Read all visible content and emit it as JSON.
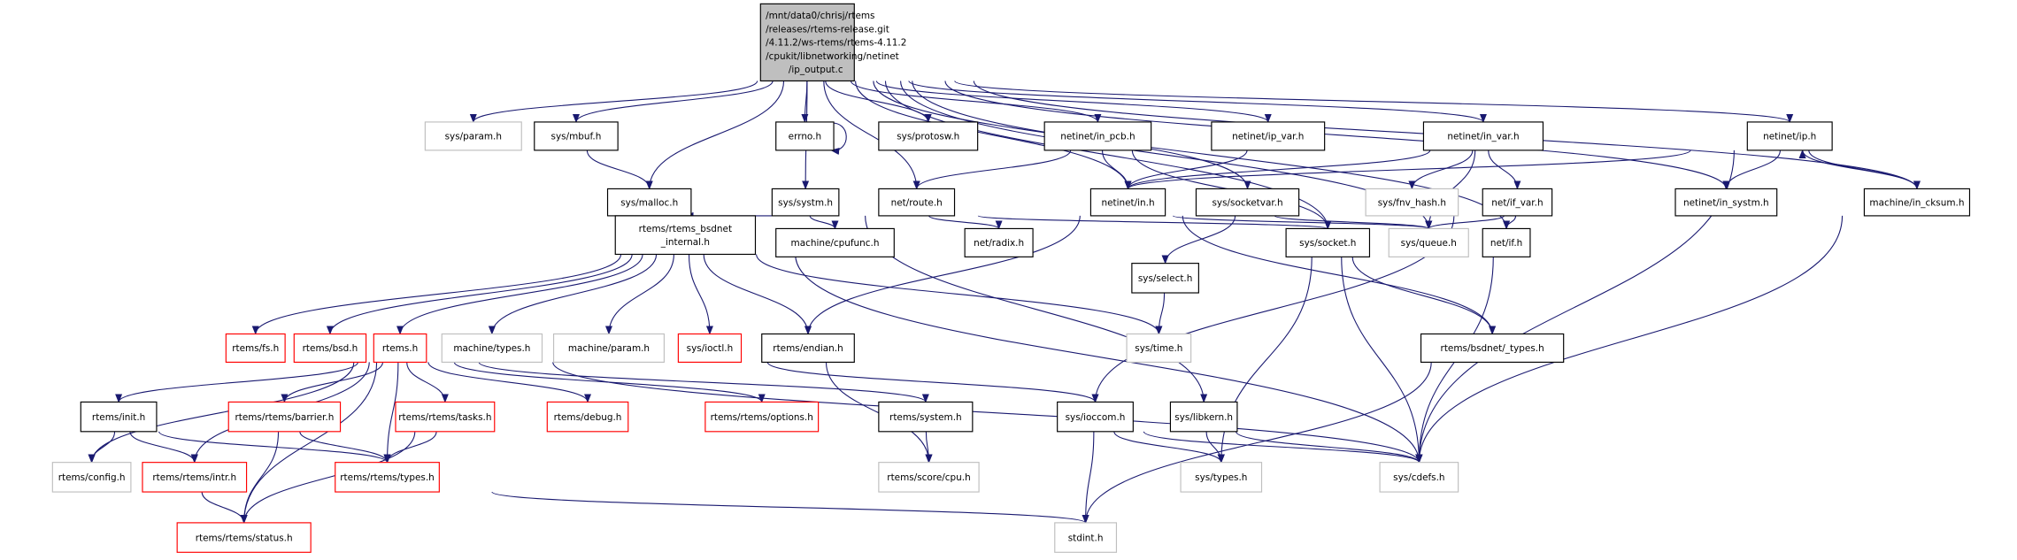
{
  "colors": {
    "edge": "#191970",
    "root_fill": "#bfbfbf",
    "normal_border": "#000000",
    "external_border": "#bfbfbf",
    "truncated_border": "#ff0000"
  },
  "nodes": [
    {
      "id": "main",
      "label": [
        "/mnt/data0/chrisj/rtems",
        "/releases/rtems-release.git",
        "/4.11.2/ws-rtems/rtems-4.11.2",
        "/cpukit/libnetworking/netinet",
        "/ip_output.c"
      ],
      "style": "root"
    },
    {
      "id": "sys_param",
      "label": [
        "sys/param.h"
      ],
      "style": "external"
    },
    {
      "id": "sys_mbuf",
      "label": [
        "sys/mbuf.h"
      ],
      "style": "normal"
    },
    {
      "id": "errno",
      "label": [
        "errno.h"
      ],
      "style": "normal"
    },
    {
      "id": "sys_protosw",
      "label": [
        "sys/protosw.h"
      ],
      "style": "normal"
    },
    {
      "id": "in_pcb",
      "label": [
        "netinet/in_pcb.h"
      ],
      "style": "normal"
    },
    {
      "id": "ip_var",
      "label": [
        "netinet/ip_var.h"
      ],
      "style": "normal"
    },
    {
      "id": "in_var",
      "label": [
        "netinet/in_var.h"
      ],
      "style": "normal"
    },
    {
      "id": "ip",
      "label": [
        "netinet/ip.h"
      ],
      "style": "normal"
    },
    {
      "id": "sys_malloc",
      "label": [
        "sys/malloc.h"
      ],
      "style": "normal"
    },
    {
      "id": "sys_systm",
      "label": [
        "sys/systm.h"
      ],
      "style": "normal"
    },
    {
      "id": "net_route",
      "label": [
        "net/route.h"
      ],
      "style": "normal"
    },
    {
      "id": "netinet_in",
      "label": [
        "netinet/in.h"
      ],
      "style": "normal"
    },
    {
      "id": "sys_socketvar",
      "label": [
        "sys/socketvar.h"
      ],
      "style": "normal"
    },
    {
      "id": "fnv_hash",
      "label": [
        "sys/fnv_hash.h"
      ],
      "style": "external"
    },
    {
      "id": "if_var",
      "label": [
        "net/if_var.h"
      ],
      "style": "normal"
    },
    {
      "id": "in_systm",
      "label": [
        "netinet/in_systm.h"
      ],
      "style": "normal"
    },
    {
      "id": "in_cksum",
      "label": [
        "machine/in_cksum.h"
      ],
      "style": "normal"
    },
    {
      "id": "bsdnet_internal",
      "label": [
        "rtems/rtems_bsdnet",
        "_internal.h"
      ],
      "style": "normal"
    },
    {
      "id": "cpufunc",
      "label": [
        "machine/cpufunc.h"
      ],
      "style": "normal"
    },
    {
      "id": "radix",
      "label": [
        "net/radix.h"
      ],
      "style": "normal"
    },
    {
      "id": "sys_socket",
      "label": [
        "sys/socket.h"
      ],
      "style": "normal"
    },
    {
      "id": "sys_queue",
      "label": [
        "sys/queue.h"
      ],
      "style": "external"
    },
    {
      "id": "net_if",
      "label": [
        "net/if.h"
      ],
      "style": "normal"
    },
    {
      "id": "sys_select",
      "label": [
        "sys/select.h"
      ],
      "style": "normal"
    },
    {
      "id": "rtems_fs",
      "label": [
        "rtems/fs.h"
      ],
      "style": "truncated"
    },
    {
      "id": "rtems_bsd",
      "label": [
        "rtems/bsd.h"
      ],
      "style": "truncated"
    },
    {
      "id": "rtems_h",
      "label": [
        "rtems.h"
      ],
      "style": "truncated"
    },
    {
      "id": "machine_types",
      "label": [
        "machine/types.h"
      ],
      "style": "external"
    },
    {
      "id": "machine_param",
      "label": [
        "machine/param.h"
      ],
      "style": "external"
    },
    {
      "id": "sys_ioctl",
      "label": [
        "sys/ioctl.h"
      ],
      "style": "truncated"
    },
    {
      "id": "rtems_endian",
      "label": [
        "rtems/endian.h"
      ],
      "style": "normal"
    },
    {
      "id": "sys_time",
      "label": [
        "sys/time.h"
      ],
      "style": "external"
    },
    {
      "id": "bsdnet_types",
      "label": [
        "rtems/bsdnet/_types.h"
      ],
      "style": "normal"
    },
    {
      "id": "rtems_init",
      "label": [
        "rtems/init.h"
      ],
      "style": "normal"
    },
    {
      "id": "barrier",
      "label": [
        "rtems/rtems/barrier.h"
      ],
      "style": "truncated"
    },
    {
      "id": "tasks",
      "label": [
        "rtems/rtems/tasks.h"
      ],
      "style": "truncated"
    },
    {
      "id": "debug",
      "label": [
        "rtems/debug.h"
      ],
      "style": "truncated"
    },
    {
      "id": "options",
      "label": [
        "rtems/rtems/options.h"
      ],
      "style": "truncated"
    },
    {
      "id": "rtems_system",
      "label": [
        "rtems/system.h"
      ],
      "style": "normal"
    },
    {
      "id": "ioccom",
      "label": [
        "sys/ioccom.h"
      ],
      "style": "normal"
    },
    {
      "id": "libkern",
      "label": [
        "sys/libkern.h"
      ],
      "style": "normal"
    },
    {
      "id": "config",
      "label": [
        "rtems/config.h"
      ],
      "style": "external"
    },
    {
      "id": "intr",
      "label": [
        "rtems/rtems/intr.h"
      ],
      "style": "truncated"
    },
    {
      "id": "rtypes",
      "label": [
        "rtems/rtems/types.h"
      ],
      "style": "truncated"
    },
    {
      "id": "score_cpu",
      "label": [
        "rtems/score/cpu.h"
      ],
      "style": "external"
    },
    {
      "id": "sys_types",
      "label": [
        "sys/types.h"
      ],
      "style": "external"
    },
    {
      "id": "sys_cdefs",
      "label": [
        "sys/cdefs.h"
      ],
      "style": "external"
    },
    {
      "id": "status",
      "label": [
        "rtems/rtems/status.h"
      ],
      "style": "truncated"
    },
    {
      "id": "stdint",
      "label": [
        "stdint.h"
      ],
      "style": "external"
    }
  ],
  "edges": [
    [
      "main",
      "sys_param"
    ],
    [
      "main",
      "sys_mbuf"
    ],
    [
      "main",
      "errno"
    ],
    [
      "main",
      "sys_protosw"
    ],
    [
      "main",
      "in_pcb"
    ],
    [
      "main",
      "ip_var"
    ],
    [
      "main",
      "in_var"
    ],
    [
      "main",
      "ip"
    ],
    [
      "main",
      "sys_malloc"
    ],
    [
      "main",
      "sys_systm"
    ],
    [
      "main",
      "net_route"
    ],
    [
      "main",
      "netinet_in"
    ],
    [
      "main",
      "sys_socketvar"
    ],
    [
      "main",
      "sys_queue"
    ],
    [
      "main",
      "net_if"
    ],
    [
      "main",
      "in_systm"
    ],
    [
      "main",
      "in_cksum"
    ],
    [
      "main",
      "sys_socket"
    ],
    [
      "errno",
      "errno"
    ],
    [
      "sys_mbuf",
      "sys_malloc"
    ],
    [
      "sys_malloc",
      "bsdnet_internal"
    ],
    [
      "sys_systm",
      "bsdnet_internal"
    ],
    [
      "sys_systm",
      "cpufunc"
    ],
    [
      "sys_systm",
      "libkern"
    ],
    [
      "in_pcb",
      "net_route"
    ],
    [
      "in_pcb",
      "netinet_in"
    ],
    [
      "in_pcb",
      "sys_socket"
    ],
    [
      "ip_var",
      "netinet_in"
    ],
    [
      "in_var",
      "netinet_in"
    ],
    [
      "in_var",
      "fnv_hash"
    ],
    [
      "in_var",
      "if_var"
    ],
    [
      "in_var",
      "sys_queue"
    ],
    [
      "ip",
      "netinet_in"
    ],
    [
      "ip",
      "in_systm"
    ],
    [
      "ip",
      "in_cksum"
    ],
    [
      "ip",
      "sys_cdefs"
    ],
    [
      "in_cksum",
      "ip"
    ],
    [
      "in_cksum",
      "sys_cdefs"
    ],
    [
      "net_route",
      "radix"
    ],
    [
      "net_route",
      "sys_socket"
    ],
    [
      "netinet_in",
      "rtems_endian"
    ],
    [
      "netinet_in",
      "sys_queue"
    ],
    [
      "netinet_in",
      "bsdnet_types"
    ],
    [
      "sys_socketvar",
      "sys_select"
    ],
    [
      "sys_socketvar",
      "sys_queue"
    ],
    [
      "if_var",
      "sys_queue"
    ],
    [
      "if_var",
      "net_if"
    ],
    [
      "if_var",
      "ioccom"
    ],
    [
      "sys_select",
      "sys_time"
    ],
    [
      "sys_socket",
      "bsdnet_types"
    ],
    [
      "sys_socket",
      "sys_types"
    ],
    [
      "sys_socket",
      "sys_cdefs"
    ],
    [
      "net_if",
      "sys_cdefs"
    ],
    [
      "bsdnet_internal",
      "rtems_fs"
    ],
    [
      "bsdnet_internal",
      "rtems_bsd"
    ],
    [
      "bsdnet_internal",
      "rtems_h"
    ],
    [
      "bsdnet_internal",
      "machine_types"
    ],
    [
      "bsdnet_internal",
      "machine_param"
    ],
    [
      "bsdnet_internal",
      "sys_ioctl"
    ],
    [
      "bsdnet_internal",
      "rtems_endian"
    ],
    [
      "bsdnet_internal",
      "sys_time"
    ],
    [
      "bsdnet_internal",
      "sys_cdefs"
    ],
    [
      "sys_ioctl",
      "ioccom"
    ],
    [
      "rtems_endian",
      "score_cpu"
    ],
    [
      "rtems_h",
      "rtems_init"
    ],
    [
      "rtems_h",
      "barrier"
    ],
    [
      "rtems_h",
      "tasks"
    ],
    [
      "rtems_h",
      "debug"
    ],
    [
      "rtems_h",
      "options"
    ],
    [
      "rtems_h",
      "rtems_system"
    ],
    [
      "rtems_h",
      "config"
    ],
    [
      "rtems_h",
      "intr"
    ],
    [
      "rtems_h",
      "rtypes"
    ],
    [
      "rtems_h",
      "status"
    ],
    [
      "rtems_h",
      "sys_cdefs"
    ],
    [
      "rtems_init",
      "config"
    ],
    [
      "rtems_init",
      "intr"
    ],
    [
      "rtems_init",
      "rtypes"
    ],
    [
      "barrier",
      "rtypes"
    ],
    [
      "barrier",
      "status"
    ],
    [
      "tasks",
      "rtypes"
    ],
    [
      "tasks",
      "status"
    ],
    [
      "intr",
      "status"
    ],
    [
      "rtypes",
      "stdint"
    ],
    [
      "rtems_system",
      "score_cpu"
    ],
    [
      "ioccom",
      "sys_types"
    ],
    [
      "ioccom",
      "sys_cdefs"
    ],
    [
      "ioccom",
      "stdint"
    ],
    [
      "libkern",
      "sys_types"
    ],
    [
      "libkern",
      "sys_cdefs"
    ],
    [
      "bsdnet_types",
      "stdint"
    ]
  ]
}
